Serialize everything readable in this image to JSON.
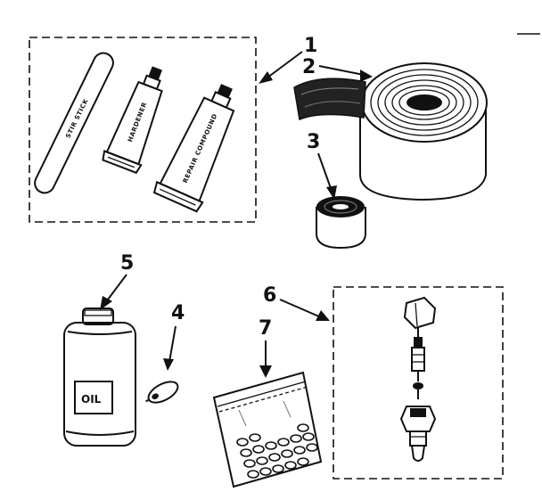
{
  "callouts": [
    {
      "id": "1",
      "label": "1"
    },
    {
      "id": "2",
      "label": "2"
    },
    {
      "id": "3",
      "label": "3"
    },
    {
      "id": "4",
      "label": "4"
    },
    {
      "id": "5",
      "label": "5"
    },
    {
      "id": "6",
      "label": "6"
    },
    {
      "id": "7",
      "label": "7"
    }
  ],
  "printed_labels": {
    "stir_stick": "STIR STICK",
    "tube_small": "HARDENER",
    "tube_large": "REPAIR COMPOUND",
    "bottle": "OIL"
  }
}
